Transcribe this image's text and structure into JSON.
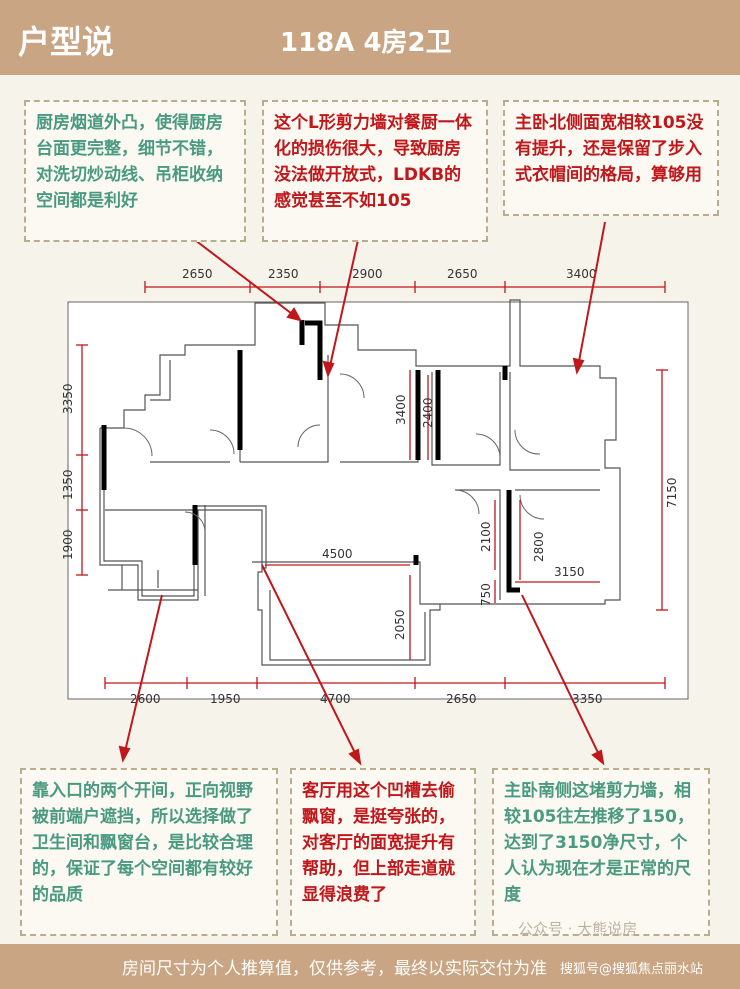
{
  "header": {
    "title": "户型说",
    "subtitle": "118A 4房2卫"
  },
  "notes": {
    "top_left": "厨房烟道外凸，使得厨房台面更完整，细节不错，对洗切炒动线、吊柜收纳空间都是利好",
    "top_center": "这个L形剪力墙对餐厨一体化的损伤很大，导致厨房没法做开放式，LDKB的感觉甚至不如105",
    "top_right": "主卧北侧面宽相较105没有提升，还是保留了步入式衣帽间的格局，算够用",
    "bottom_left": "靠入口的两个开间，正向视野被前端户遮挡，所以选择做了卫生间和飘窗台，是比较合理的，保证了每个空间都有较好的品质",
    "bottom_center": "客厅用这个凹槽去偷飘窗，是挺夸张的，对客厅的面宽提升有帮助，但上部走道就显得浪费了",
    "bottom_right": "主卧南侧这堵剪力墙，相较105往左推移了150，达到了3150净尺寸，个人认为现在才是正常的尺度"
  },
  "dimensions": {
    "top": [
      "2650",
      "2350",
      "2900",
      "2650",
      "3400"
    ],
    "bottom": [
      "2600",
      "1950",
      "4700",
      "2650",
      "3350"
    ],
    "left": [
      "3350",
      "1350",
      "1900"
    ],
    "right": "7150",
    "inner": [
      "3400",
      "2400",
      "2100",
      "2800",
      "750",
      "4500",
      "2050",
      "3150"
    ]
  },
  "footer": {
    "text": "房间尺寸为个人推算值，仅供参考，最终以实际交付为准",
    "watermark": "公众号 · 大熊说房",
    "source": "搜狐号@搜狐焦点丽水站"
  },
  "colors": {
    "header": "#c9a583",
    "green_text": "#4a9a82",
    "red_text": "#c0171b",
    "arrow": "#c0171b"
  }
}
